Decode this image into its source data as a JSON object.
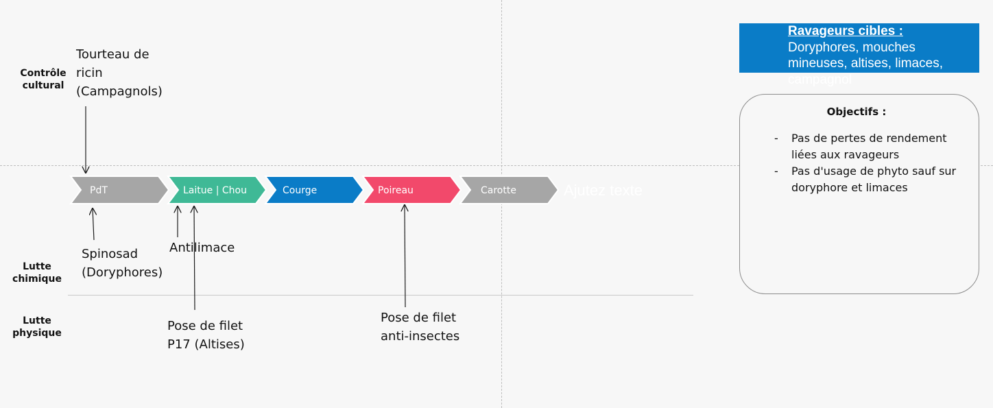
{
  "row_labels": {
    "cultural": "Contrôle cultural",
    "chimique": "Lutte chimique",
    "physique": "Lutte physique"
  },
  "chevrons": [
    {
      "label": "PdT",
      "color": "#a6a6a6"
    },
    {
      "label": "Laitue | Chou",
      "color": "#3fb996"
    },
    {
      "label": "Courge",
      "color": "#0a7cc7"
    },
    {
      "label": "Poireau",
      "color": "#f2496b"
    },
    {
      "label": "Carotte",
      "color": "#a6a6a6"
    }
  ],
  "placeholder_text": "Ajutez texte",
  "annotations": {
    "tourteau": "Tourteau de ricin (Campagnols)",
    "spinosad": "Spinosad (Doryphores)",
    "antilimace": "Antilimace",
    "filet_p17": "Pose de filet P17 (Altises)",
    "filet_anti": "Pose de filet anti-insectes"
  },
  "ravageurs": {
    "title": "Ravageurs cibles :",
    "text": "Doryphores, mouches mineuses, altises, limaces, campagnol"
  },
  "objectifs": {
    "title": "Objectifs :",
    "items": [
      "Pas de pertes de rendement liées aux ravageurs",
      "Pas d'usage de phyto sauf sur doryphore et limaces"
    ]
  },
  "colors": {
    "background": "#f7f7f7",
    "ravageurs_box": "#0a7cc7",
    "arrow": "#1a1a1a"
  }
}
